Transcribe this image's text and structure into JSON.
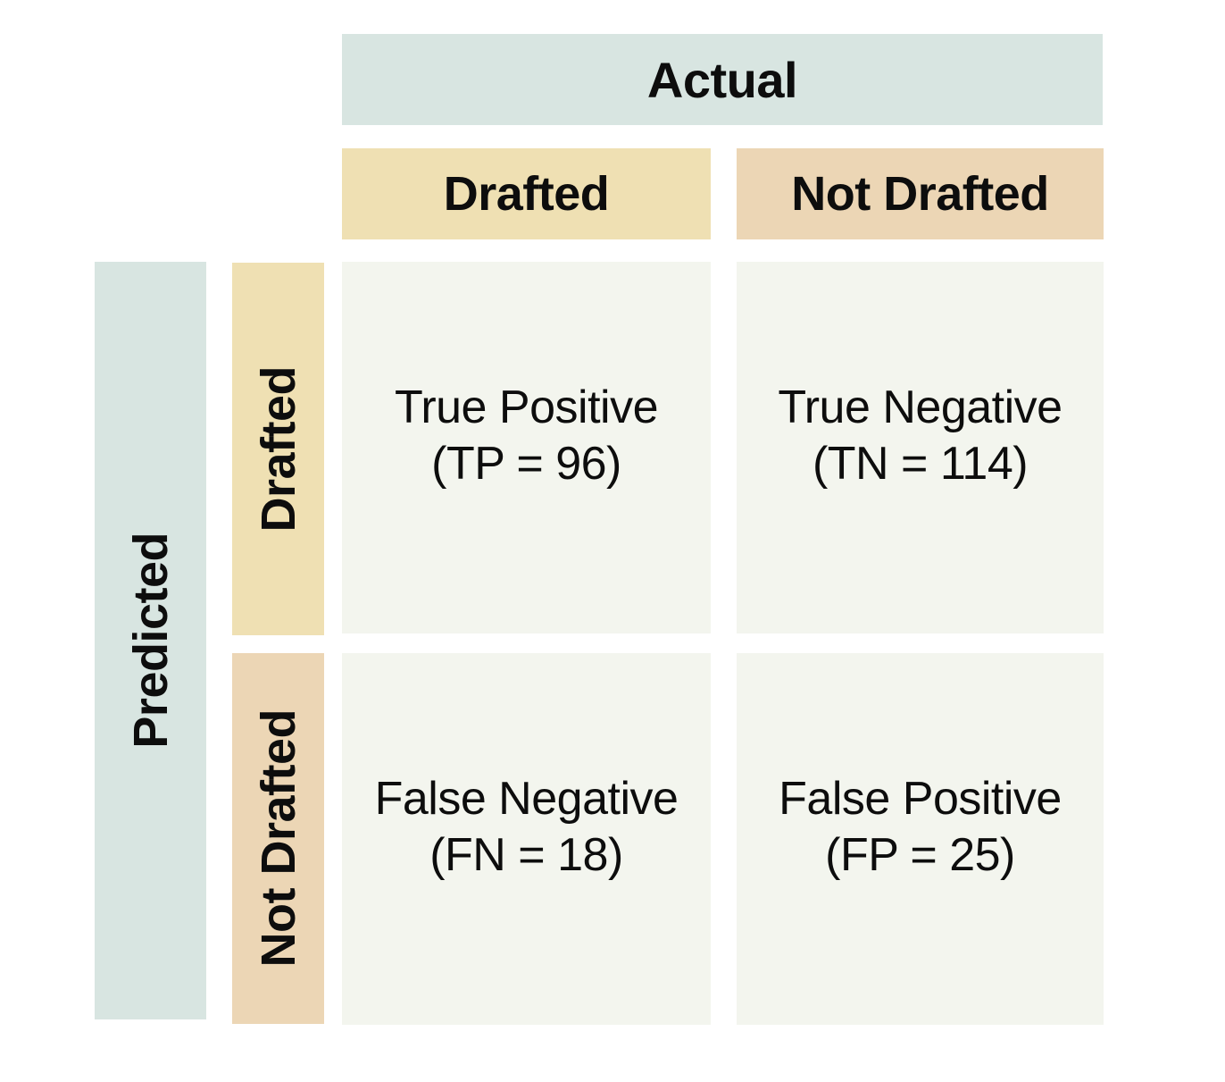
{
  "matrix": {
    "top_axis_label": "Actual",
    "left_axis_label": "Predicted",
    "column_headers": [
      "Drafted",
      "Not Drafted"
    ],
    "row_headers": [
      "Drafted",
      "Not Drafted"
    ],
    "cells": [
      {
        "id": "TP",
        "label": "True Positive",
        "detail": "(TP = 96)",
        "value": 96,
        "actual": "Drafted",
        "predicted": "Drafted"
      },
      {
        "id": "TN",
        "label": "True Negative",
        "detail": "(TN = 114)",
        "value": 114,
        "actual": "Not Drafted",
        "predicted": "Drafted"
      },
      {
        "id": "FN",
        "label": "False Negative",
        "detail": "(FN = 18)",
        "value": 18,
        "actual": "Drafted",
        "predicted": "Not Drafted"
      },
      {
        "id": "FP",
        "label": "False Positive",
        "detail": "(FP = 25)",
        "value": 25,
        "actual": "Not Drafted",
        "predicted": "Not Drafted"
      }
    ]
  },
  "colors": {
    "axis_header": "#d8e5e1",
    "drafted_header": "#efe0b3",
    "not_drafted_header": "#ecd6b5",
    "cell_background": "#f3f5ee",
    "text": "#0d0d0d",
    "page_background": "#ffffff"
  },
  "chart_data": {
    "type": "table",
    "columns_axis_label": "Actual",
    "rows_axis_label": "Predicted",
    "column_categories": [
      "Drafted",
      "Not Drafted"
    ],
    "row_categories": [
      "Drafted",
      "Not Drafted"
    ],
    "grid": [
      [
        "True Positive (TP = 96)",
        "True Negative (TN = 114)"
      ],
      [
        "False Negative (FN = 18)",
        "False Positive (FP = 25)"
      ]
    ],
    "values": {
      "TP": 96,
      "TN": 114,
      "FN": 18,
      "FP": 25
    },
    "legend_position": "none",
    "grid_lines": false
  }
}
